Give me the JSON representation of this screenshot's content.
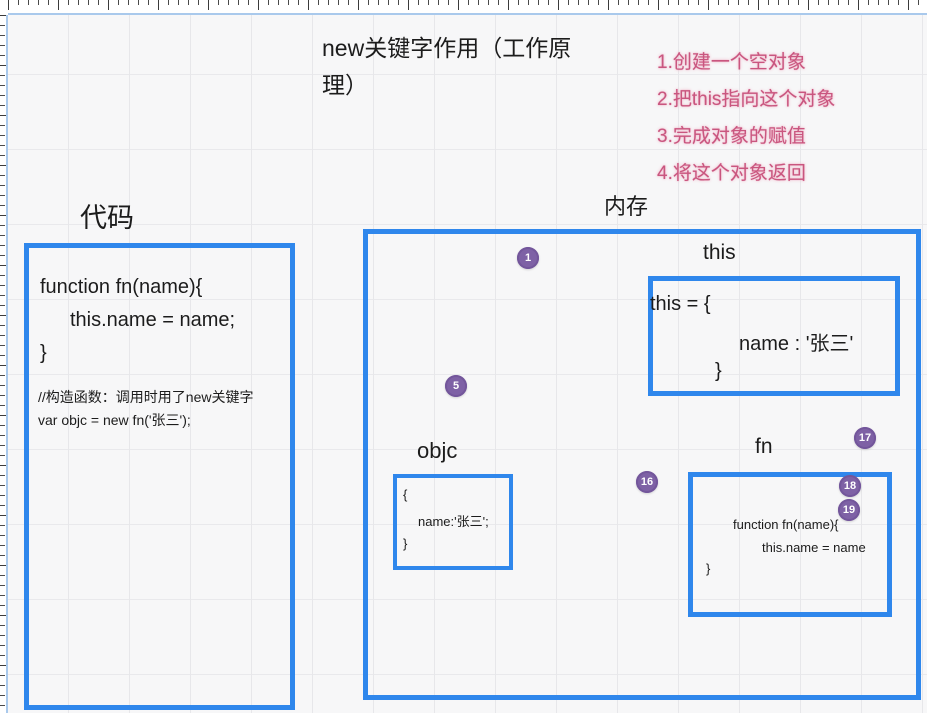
{
  "title": {
    "line1": "new关键字作用（工作原",
    "line2": "理）"
  },
  "steps": [
    "1.创建一个空对象",
    "2.把this指向这个对象",
    "3.完成对象的赋值",
    "4.将这个对象返回"
  ],
  "labels": {
    "code": "代码",
    "memory": "内存",
    "this_box": "this",
    "objc_box": "objc",
    "fn_box": "fn"
  },
  "code_box": {
    "line1": "function fn(name){",
    "line2": "this.name = name;",
    "line3": "}",
    "comment1": "//构造函数：调用时用了new关键字",
    "comment2": "var objc = new fn('张三');"
  },
  "this_box": {
    "line1": "this = {",
    "line2": "name : '张三'",
    "line3": "}"
  },
  "objc_box": {
    "line1": "{",
    "line2": "name:'张三';",
    "line3": "}"
  },
  "fn_box": {
    "line1": "function fn(name){",
    "line2": "this.name = name",
    "line3": "}"
  },
  "markers": [
    {
      "label": "1"
    },
    {
      "label": "5"
    },
    {
      "label": "16"
    },
    {
      "label": "17"
    },
    {
      "label": "18"
    },
    {
      "label": "19"
    }
  ],
  "colors": {
    "box_border_blue": "#2f87ec",
    "marker_purple": "#7e61a5",
    "step_text_pink": "#c9567f",
    "ruler_edge_blue": "#a9c9ec",
    "canvas_bg": "#f7f7f8",
    "grid_line": "#e8e8ea",
    "text_black": "#1c1c1c"
  }
}
